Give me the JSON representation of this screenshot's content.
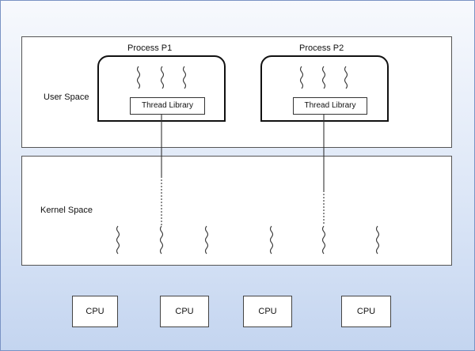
{
  "user_space": {
    "label": "User Space"
  },
  "kernel_space": {
    "label": "Kernel Space"
  },
  "processes": [
    {
      "title": "Process P1",
      "thread_library": "Thread Library"
    },
    {
      "title": "Process P2",
      "thread_library": "Thread Library"
    }
  ],
  "cpus": [
    {
      "label": "CPU"
    },
    {
      "label": "CPU"
    },
    {
      "label": "CPU"
    },
    {
      "label": "CPU"
    }
  ]
}
